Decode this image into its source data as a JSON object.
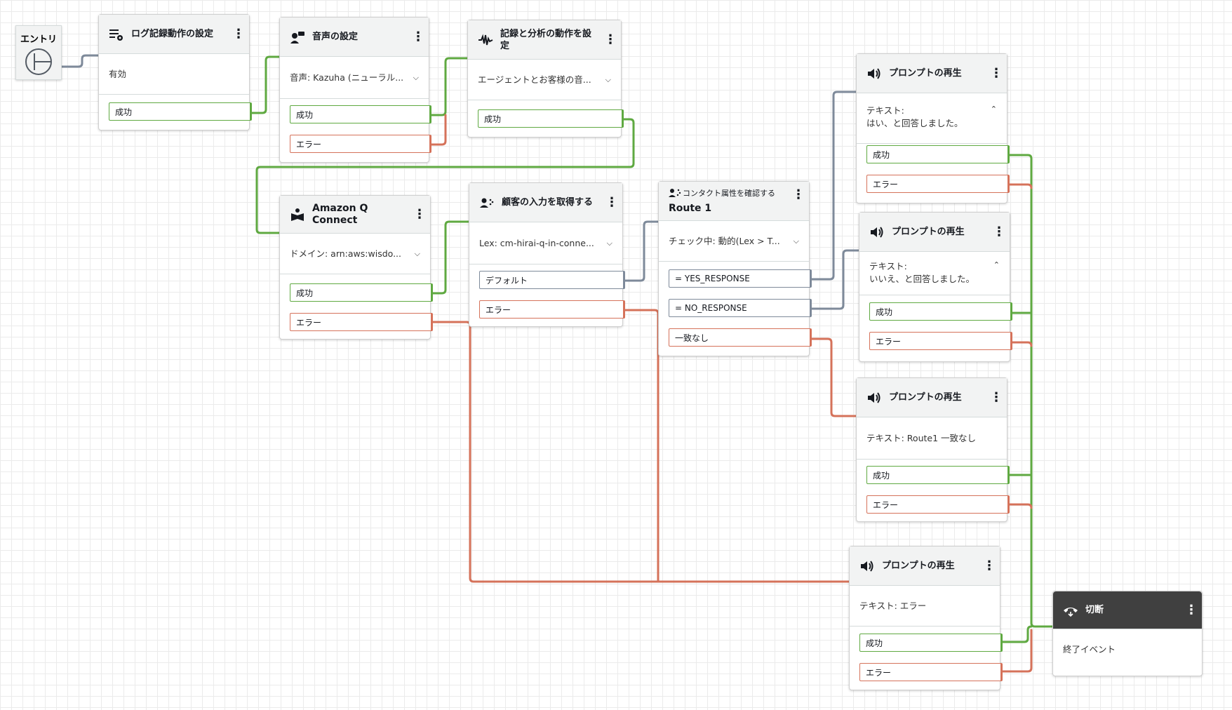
{
  "entry": {
    "label": "エントリ"
  },
  "blocks": {
    "log": {
      "title": "ログ記録動作の設定",
      "body": "有効",
      "b1": "成功"
    },
    "voice": {
      "title": "音声の設定",
      "body": "音声: Kazuha (ニューラル...",
      "b1": "成功",
      "b2": "エラー"
    },
    "record": {
      "title": "記録と分析の動作を設定",
      "body": "エージェントとお客様の音...",
      "b1": "成功"
    },
    "qconnect": {
      "title": "Amazon Q Connect",
      "body": "ドメイン: arn:aws:wisdo...",
      "b1": "成功",
      "b2": "エラー"
    },
    "input": {
      "title": "顧客の入力を取得する",
      "body": "Lex: cm-hirai-q-in-conne...",
      "b1": "デフォルト",
      "b2": "エラー"
    },
    "check": {
      "subtitle": "コンタクト属性を確認する",
      "title": "Route 1",
      "body": "チェック中: 動的(Lex > T...",
      "b1": "= YES_RESPONSE",
      "b2": "= NO_RESPONSE",
      "b3": "一致なし"
    },
    "play1": {
      "title": "プロンプトの再生",
      "body1": "テキスト:",
      "body2": "はい、と回答しました。",
      "b1": "成功",
      "b2": "エラー"
    },
    "play2": {
      "title": "プロンプトの再生",
      "body1": "テキスト:",
      "body2": "いいえ、と回答しました。",
      "b1": "成功",
      "b2": "エラー"
    },
    "play3": {
      "title": "プロンプトの再生",
      "body": "テキスト: Route1 一致なし",
      "b1": "成功",
      "b2": "エラー"
    },
    "play4": {
      "title": "プロンプトの再生",
      "body": "テキスト: エラー",
      "b1": "成功",
      "b2": "エラー"
    },
    "disconnect": {
      "title": "切断",
      "body": "終了イベント"
    }
  },
  "colors": {
    "success": "#5fa941",
    "error": "#d5725a",
    "default": "#7e8a9a"
  },
  "icons": {
    "log": "log-settings-icon",
    "voice": "voice-icon",
    "record": "waveform-icon",
    "qconnect": "book-icon",
    "input": "customer-input-icon",
    "check": "check-attribute-icon",
    "play": "speaker-icon",
    "disconnect": "hang-up-icon"
  }
}
